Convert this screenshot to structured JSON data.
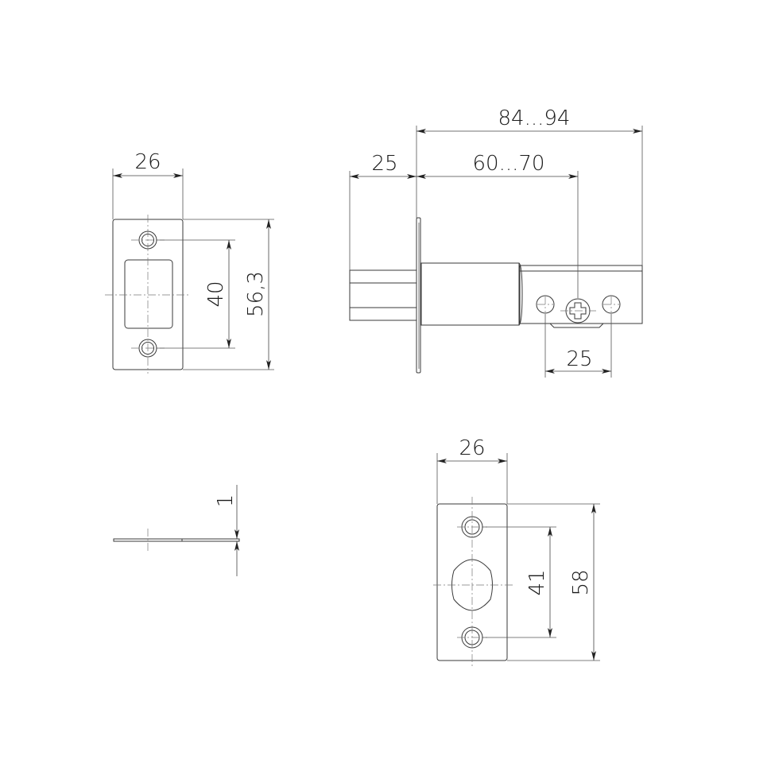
{
  "drawing": {
    "title": "Latch technical drawing",
    "views": {
      "strike_plate": {
        "width_label": "26",
        "hole_spacing_label": "40",
        "height_label": "56,3"
      },
      "latch_side": {
        "bolt_projection_label": "25",
        "backset_label": "60...70",
        "overall_label": "84...94",
        "hole_spacing_label": "25"
      },
      "strike_profile": {
        "thickness_label": "1"
      },
      "faceplate": {
        "width_label": "26",
        "hole_spacing_label": "41",
        "height_label": "58"
      }
    },
    "colors": {
      "line": "#3a3a3a",
      "background": "#ffffff"
    }
  }
}
